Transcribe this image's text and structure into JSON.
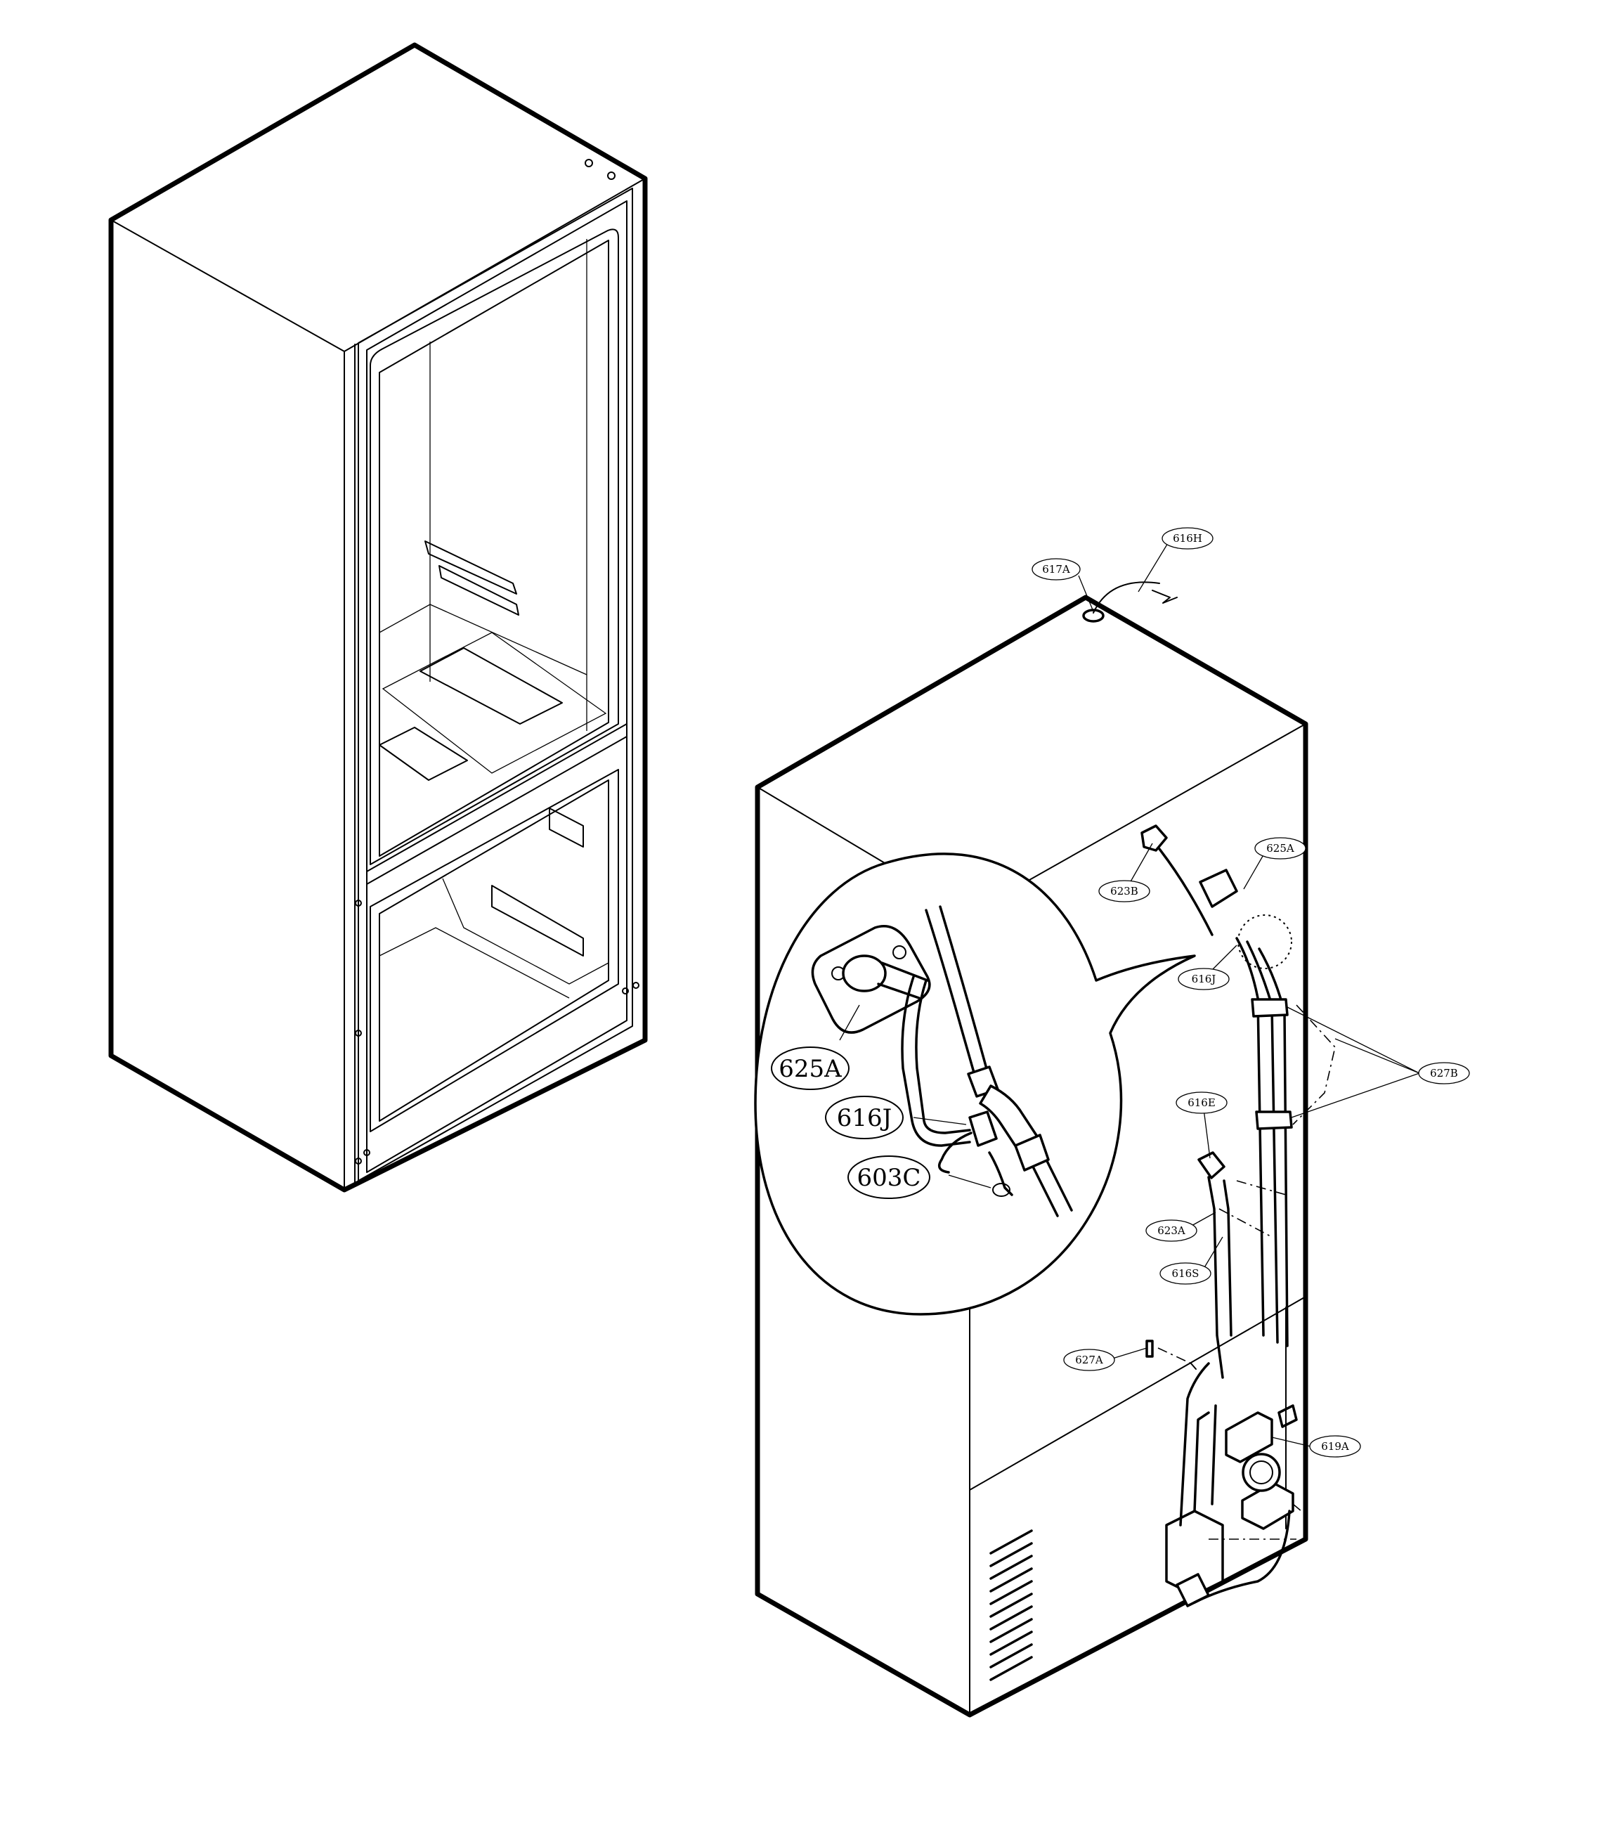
{
  "callouts": {
    "c617A": "617A",
    "c616H": "616H",
    "c625A": "625A",
    "c623B": "623B",
    "c616J": "616J",
    "c627B": "627B",
    "c616E": "616E",
    "c623A": "623A",
    "c616S": "616S",
    "c627A": "627A",
    "c619A": "619A"
  },
  "detail": {
    "d625A": "625A",
    "d616J": "616J",
    "d603C": "603C"
  }
}
